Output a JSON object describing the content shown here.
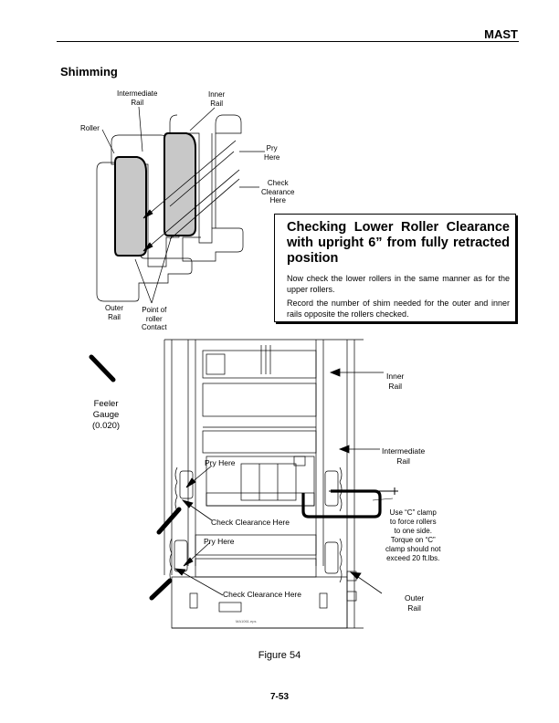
{
  "header": {
    "section": "MAST"
  },
  "section_title": "Shimming",
  "top_figure": {
    "labels": {
      "intermediate_rail": [
        "Intermediate",
        "Rail"
      ],
      "inner_rail": [
        "Inner",
        "Rail"
      ],
      "roller": "Roller",
      "pry_here": [
        "Pry",
        "Here"
      ],
      "check_clearance_here": [
        "Check",
        "Clearance",
        "Here"
      ],
      "outer_rail": [
        "Outer",
        "Rail"
      ],
      "point_of_roller_contact": [
        "Point of",
        "roller",
        "Contact"
      ]
    }
  },
  "note_box": {
    "title": "Checking Lower Roller Clearance with upright 6” from fully retracted position",
    "paragraphs": [
      "Now check the lower rollers in the same manner as for the upper rollers.",
      "Record the number of shim needed for the outer and inner rails opposite the rollers checked."
    ]
  },
  "bottom_figure": {
    "labels": {
      "feeler_gauge": [
        "Feeler",
        "Gauge",
        "(0.020)"
      ],
      "inner_rail": [
        "Inner",
        "Rail"
      ],
      "intermediate_rail": [
        "Intermediate",
        "Rail"
      ],
      "pry_here_upper": "Pry Here",
      "check_clearance_upper": "Check Clearance Here",
      "pry_here_lower": "Pry Here",
      "check_clearance_lower": "Check Clearance Here",
      "c_clamp_note": [
        "Use “C” clamp",
        "to force rollers",
        "to one side.",
        "Torque on “C”",
        "clamp should not",
        "exceed 20 ft.lbs."
      ],
      "outer_rail": [
        "Outer",
        "Rail"
      ],
      "file_ref": "MA1061.eps"
    }
  },
  "caption": "Figure 54",
  "page_number": "7-53"
}
